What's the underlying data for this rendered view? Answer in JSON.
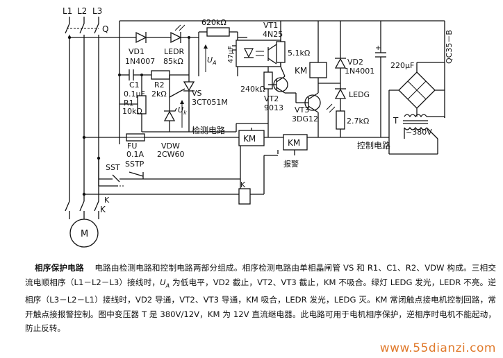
{
  "diagram": {
    "phase_labels": [
      "L1",
      "L2",
      "L3"
    ],
    "labels": {
      "switch_q": "Q",
      "vd1_name": "VD1",
      "vd1_part": "1N4007",
      "ledr_name": "LEDR",
      "ledr_value": "85kΩ",
      "r620": "620kΩ",
      "ua": "U",
      "ua_sub": "A",
      "c47": "47μF",
      "vt1_name": "VT1",
      "vt1_part": "4N25",
      "r51": "5.1kΩ",
      "km_coil": "KM",
      "vd2_name": "VD2",
      "vd2_part": "1N4001",
      "c220": "220μF",
      "qc_part": "QC35－B",
      "c1_name": "C1",
      "c1_value": "0.1μF",
      "r2_name": "R2",
      "r2_value": "2kΩ",
      "r1_name": "R1",
      "r1_value": "10kΩ",
      "vs_name": "VS",
      "vs_part": "3CT051M",
      "uk": "U",
      "uk_sub": "k",
      "r240": "240kΩ",
      "vt2_name": "VT2",
      "vt2_part": "9013",
      "ledg": "LEDG",
      "vt3_name": "VT3",
      "vt3_part": "3DG12",
      "r27": "2.7kΩ",
      "transformer": "T",
      "v380": "~380V",
      "fu_name": "FU",
      "fu_value": "0.1A",
      "vdw_name": "VDW",
      "vdw_part": "2CW60",
      "detect_circuit": "检测电路",
      "km_nc": "KM",
      "km_no": "KM",
      "alarm": "报警",
      "control_circuit": "控制电路",
      "sst": "SST",
      "sstp": "SSTP",
      "k_coil": "K",
      "k_contact": "K",
      "k_main": "K",
      "motor": "M"
    }
  },
  "caption": {
    "title": "相序保护电路",
    "line1": "电路由检测电路和控制电路两部分组成。相序检测电路由单相晶闸管 VS 和 R1、C1、R2、VDW 构成。三相交流电顺相序（L1－L2－L3）接线时，",
    "ua": "U",
    "ua_sub": "A",
    "line2": "为低电平，VD2 截止，VT2、VT3 截止，KM 不吸合。绿灯 LEDG 发光，LEDR 不亮。逆相序（L3－L2－L1）接线时，VD2 导通，VT2、VT3 导通，KM 吸合，LEDR 发光，LEDG 灭。KM 常闭触点接电机控制回路，常开触点接报警控制。图中变压器 T 是 380V/12V，KM 为 12V 直流继电器。此电路可用于电机相序保护，逆相序时电机不能起动，防止反转。"
  },
  "watermark": "www.55dianzi.com",
  "colors": {
    "line": "#111111",
    "watermark": "#e07a2c"
  }
}
